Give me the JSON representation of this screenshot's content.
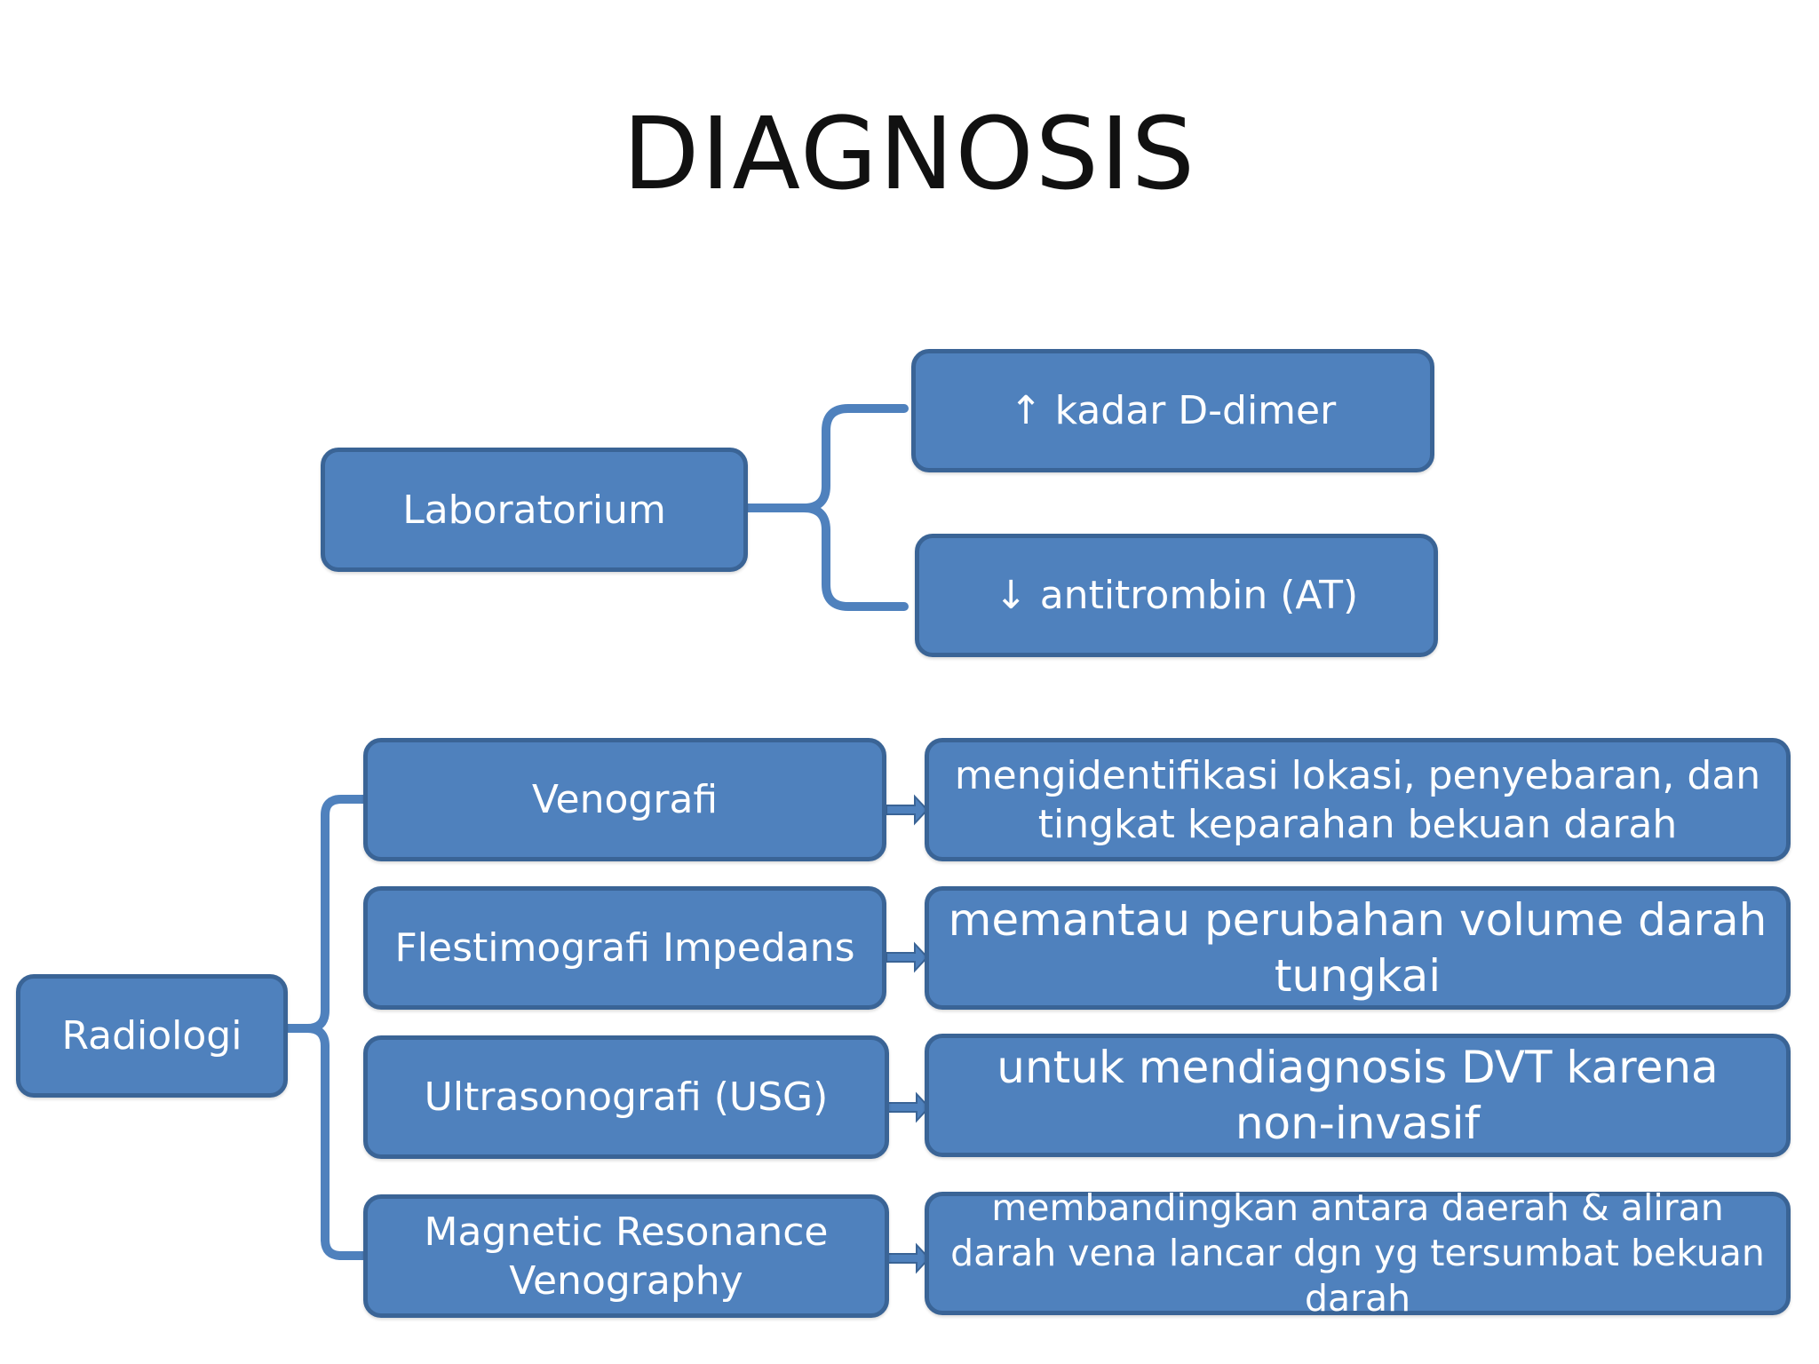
{
  "title": "DIAGNOSIS",
  "laboratorium": {
    "label": "Laboratorium",
    "items": [
      "↑ kadar D-dimer",
      "↓ antitrombin (AT)"
    ]
  },
  "radiologi": {
    "label": "Radiologi",
    "methods": [
      {
        "name": "Venografi",
        "description": "mengidentifikasi lokasi, penyebaran, dan tingkat keparahan bekuan darah"
      },
      {
        "name": "Flestimografi Impedans",
        "description": "memantau perubahan volume darah tungkai"
      },
      {
        "name": "Ultrasonografi (USG)",
        "description": "untuk mendiagnosis DVT karena non-invasif"
      },
      {
        "name": "Magnetic Resonance Venography",
        "description": "membandingkan antara daerah & aliran darah vena lancar dgn yg tersumbat bekuan darah"
      }
    ]
  },
  "colors": {
    "box_fill": "#4f81bd",
    "box_border": "#3a6496",
    "connector": "#4f81bd",
    "title_text": "#111111",
    "box_text": "#ffffff"
  }
}
